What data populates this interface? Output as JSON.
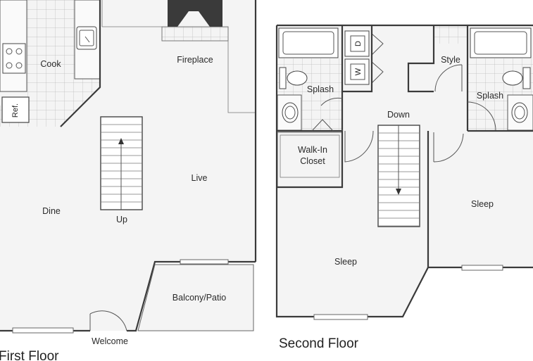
{
  "floors": {
    "first": "First Floor",
    "second": "Second Floor"
  },
  "rooms": {
    "cook": "Cook",
    "fireplace": "Fireplace",
    "dine": "Dine",
    "live": "Live",
    "up": "Up",
    "balcony": "Balcony/Patio",
    "welcome": "Welcome",
    "splash_left": "Splash",
    "splash_right": "Splash",
    "style": "Style",
    "down": "Down",
    "walkin_line1": "Walk-In",
    "walkin_line2": "Closet",
    "sleep_left": "Sleep",
    "sleep_right": "Sleep"
  },
  "appliances": {
    "ref": "Ref.",
    "dryer": "D",
    "washer": "W"
  }
}
